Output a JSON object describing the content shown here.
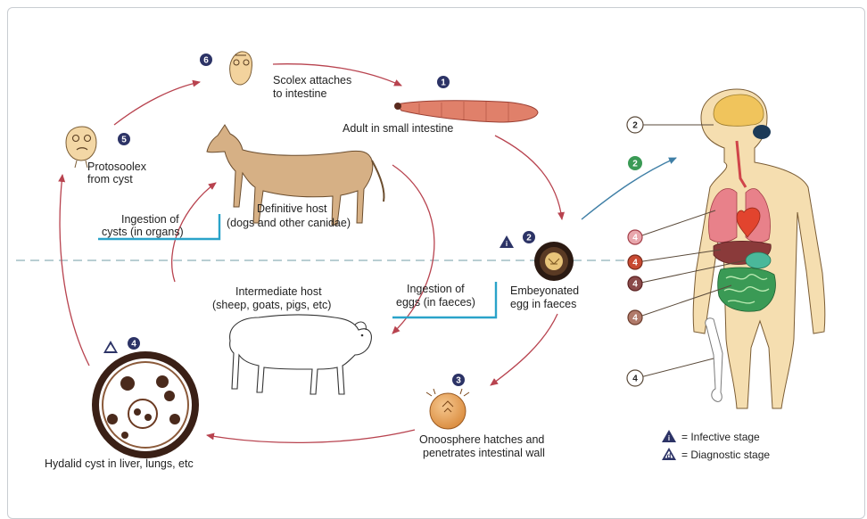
{
  "stages": {
    "s1": {
      "number": "1",
      "label": "Adult in small intestine"
    },
    "s2": {
      "number": "2",
      "triangle": "i",
      "label_line1": "Embeyonated",
      "label_line2": "egg in faeces"
    },
    "s3": {
      "number": "3",
      "label_line1": "Onoosphere hatches and",
      "label_line2": "penetrates intestinal wall"
    },
    "s4": {
      "number": "4",
      "triangle": "d",
      "label": "Hydalid cyst in liver, lungs, etc"
    },
    "s5": {
      "number": "5",
      "label_line1": "Protosoolex",
      "label_line2": "from cyst"
    },
    "s6": {
      "number": "6",
      "label_line1": "Scolex attaches",
      "label_line2": "to intestine"
    }
  },
  "hosts": {
    "definitive": {
      "line1": "Definitive host",
      "line2": "(dogs and other canidae)"
    },
    "intermediate": {
      "line1": "Intermediate host",
      "line2": "(sheep, goats, pigs, etc)"
    }
  },
  "callouts": {
    "cysts": {
      "line1": "Ingestion of",
      "line2": "cysts (in organs)"
    },
    "eggs": {
      "line1": "Ingestion of",
      "line2": "eggs (in faeces)"
    }
  },
  "human": {
    "brain": "2",
    "arrow_badge": "2",
    "lungs": "4",
    "liver": "4",
    "stomach": "4",
    "intestine": "4",
    "bone": "4"
  },
  "legend": {
    "infective_symbol": "i",
    "infective": "= Infective stage",
    "diagnostic_symbol": "d",
    "diagnostic": "= Diagnostic stage"
  },
  "colors": {
    "badge_dark": "#2c3366",
    "badge_green": "#3a9a55",
    "callout_blue": "#2aa3c9",
    "cycle_arrow": "#b8434f",
    "human_skin": "#f5deb0",
    "dashed_line": "#8fb0b8"
  }
}
